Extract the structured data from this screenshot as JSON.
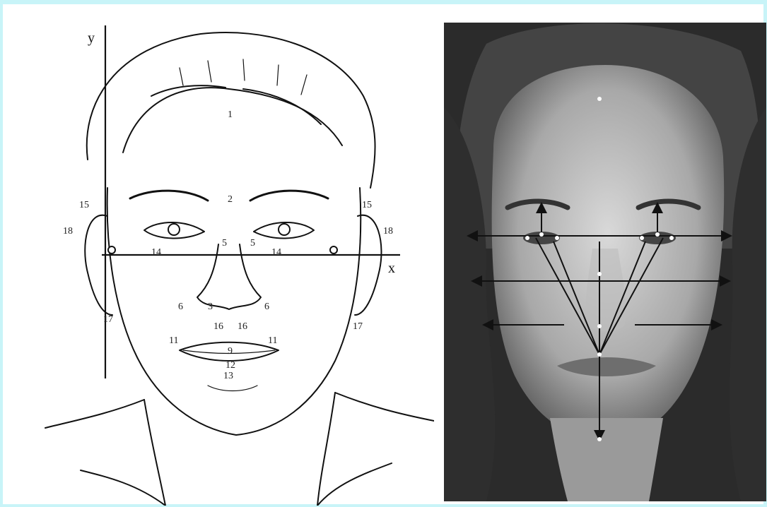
{
  "sketch": {
    "axis_y_label": "y",
    "axis_x_label": "x",
    "point_labels": [
      "1",
      "2",
      "15",
      "15",
      "18",
      "18",
      "17",
      "17",
      "14",
      "14",
      "11",
      "11",
      "12",
      "13",
      "16",
      "16",
      "5",
      "5",
      "6",
      "6",
      "3",
      "9"
    ]
  },
  "photo": {
    "landmark_color": "#ffffff",
    "line_color": "#111111"
  }
}
